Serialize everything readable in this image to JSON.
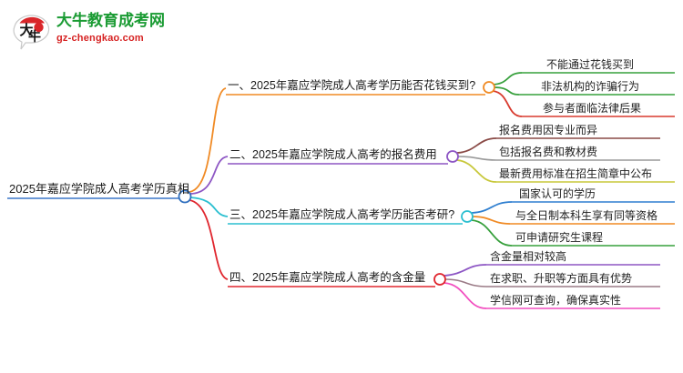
{
  "logo": {
    "mark_text": "大牛",
    "name_cn": "大牛教育成考网",
    "name_en": "gz-chengkao.com",
    "colors": {
      "cn": "#1a9b33",
      "en": "#d62222",
      "arc": "#d9262a"
    }
  },
  "mindmap": {
    "root": {
      "label": "2025年嘉应学院成人高考学历真相",
      "underline_color": "#3a76c8",
      "node_color": "#2f6fbf"
    },
    "branches": [
      {
        "label": "一、2025年嘉应学院成人高考学历能否花钱买到?",
        "color": "#f08a24",
        "node_color": "#f08a24",
        "children": [
          {
            "label": "不能通过花钱买到",
            "color": "#37a03c"
          },
          {
            "label": "非法机构的诈骗行为",
            "color": "#37a03c"
          },
          {
            "label": "参与者面临法律后果",
            "color": "#d83a2e"
          }
        ]
      },
      {
        "label": "二、2025年嘉应学院成人高考的报名费用",
        "color": "#8d56c4",
        "node_color": "#8d56c4",
        "children": [
          {
            "label": "报名费用因专业而异",
            "color": "#8a4a46"
          },
          {
            "label": "包括报名费和教材费",
            "color": "#9a9a9a"
          },
          {
            "label": "最新费用标准在招生简章中公布",
            "color": "#c8c83c"
          }
        ]
      },
      {
        "label": "三、2025年嘉应学院成人高考学历能否考研?",
        "color": "#2bbfd0",
        "node_color": "#2bbfd0",
        "children": [
          {
            "label": "国家认可的学历",
            "color": "#2f7fd0"
          },
          {
            "label": "与全日制本科生享有同等资格",
            "color": "#f08a24"
          },
          {
            "label": "可申请研究生课程",
            "color": "#37a03c"
          }
        ]
      },
      {
        "label": "四、2025年嘉应学院成人高考的含金量",
        "color": "#e0262e",
        "node_color": "#e0262e",
        "children": [
          {
            "label": "含金量相对较高",
            "color": "#8d56c4"
          },
          {
            "label": "在求职、升职等方面具有优势",
            "color": "#9a7a86"
          },
          {
            "label": "学信网可查询，确保真实性",
            "color": "#f24fc0"
          }
        ]
      }
    ]
  }
}
